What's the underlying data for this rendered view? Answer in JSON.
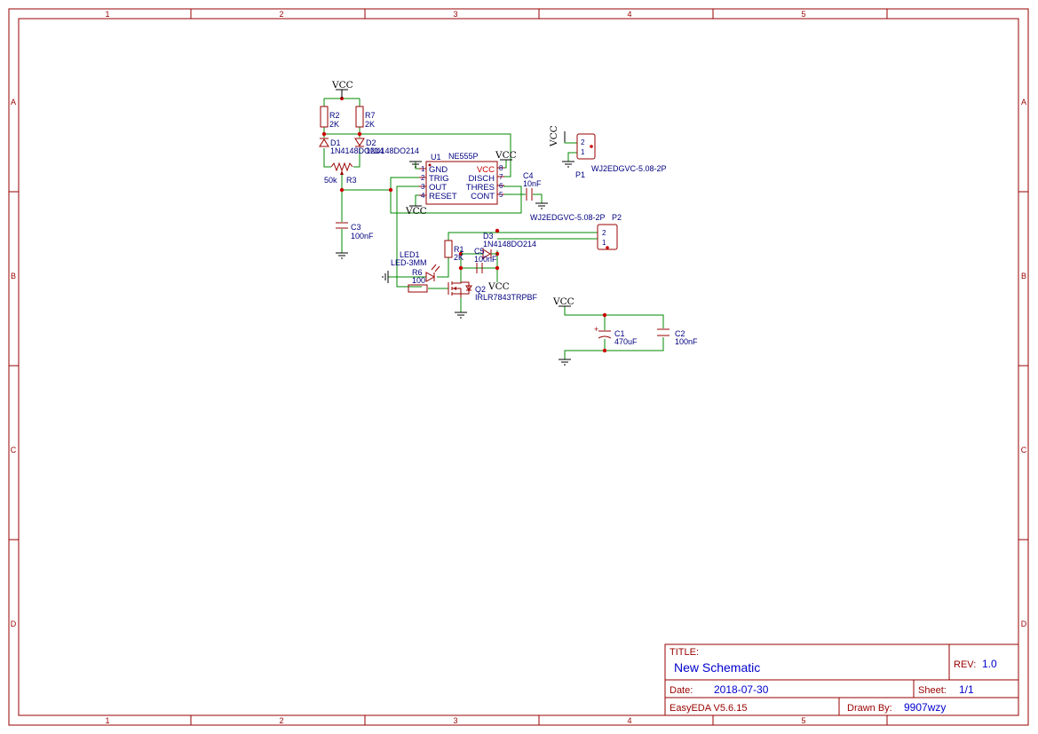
{
  "frame": {
    "columns": [
      "1",
      "2",
      "3",
      "4",
      "5"
    ],
    "rows": [
      "A",
      "B",
      "C",
      "D"
    ]
  },
  "title_block": {
    "title_label": "TITLE:",
    "title": "New Schematic",
    "rev_label": "REV:",
    "rev": "1.0",
    "date_label": "Date:",
    "date": "2018-07-30",
    "sheet_label": "Sheet:",
    "sheet": "1/1",
    "tool": "EasyEDA V5.6.15",
    "drawn_label": "Drawn By:",
    "drawn_by": "9907wzy"
  },
  "nets": {
    "vcc": "VCC"
  },
  "components": {
    "r2": {
      "ref": "R2",
      "value": "2K"
    },
    "r7": {
      "ref": "R7",
      "value": "2K"
    },
    "d1": {
      "ref": "D1",
      "value": "1N4148DO214"
    },
    "d2": {
      "ref": "D2",
      "value": "1N4148DO214"
    },
    "r3": {
      "ref": "R3",
      "value": "50k"
    },
    "c3": {
      "ref": "C3",
      "value": "100nF"
    },
    "u1": {
      "ref": "U1",
      "value": "NE555P",
      "pins_left": [
        {
          "num": "1",
          "name": "GND"
        },
        {
          "num": "2",
          "name": "TRIG"
        },
        {
          "num": "3",
          "name": "OUT"
        },
        {
          "num": "4",
          "name": "RESET"
        }
      ],
      "pins_right": [
        {
          "num": "8",
          "name": "VCC"
        },
        {
          "num": "7",
          "name": "DISCH"
        },
        {
          "num": "6",
          "name": "THRES"
        },
        {
          "num": "5",
          "name": "CONT"
        }
      ]
    },
    "c4": {
      "ref": "C4",
      "value": "10nF"
    },
    "p1": {
      "ref": "P1",
      "value": "WJ2EDGVC-5.08-2P",
      "pins": [
        "2",
        "1"
      ]
    },
    "p2": {
      "ref": "P2",
      "value": "WJ2EDGVC-5.08-2P",
      "pins": [
        "2",
        "1"
      ]
    },
    "d3": {
      "ref": "D3",
      "value": "1N4148DO214"
    },
    "r1": {
      "ref": "R1",
      "value": "2K"
    },
    "c5": {
      "ref": "C5",
      "value": "100nF"
    },
    "led1": {
      "ref": "LED1",
      "value": "LED-3MM"
    },
    "r6": {
      "ref": "R6",
      "value": "100"
    },
    "q2": {
      "ref": "Q2",
      "value": "IRLR7843TRPBF"
    },
    "c1": {
      "ref": "C1",
      "value": "470uF",
      "polarity": "+"
    },
    "c2": {
      "ref": "C2",
      "value": "100nF"
    }
  }
}
